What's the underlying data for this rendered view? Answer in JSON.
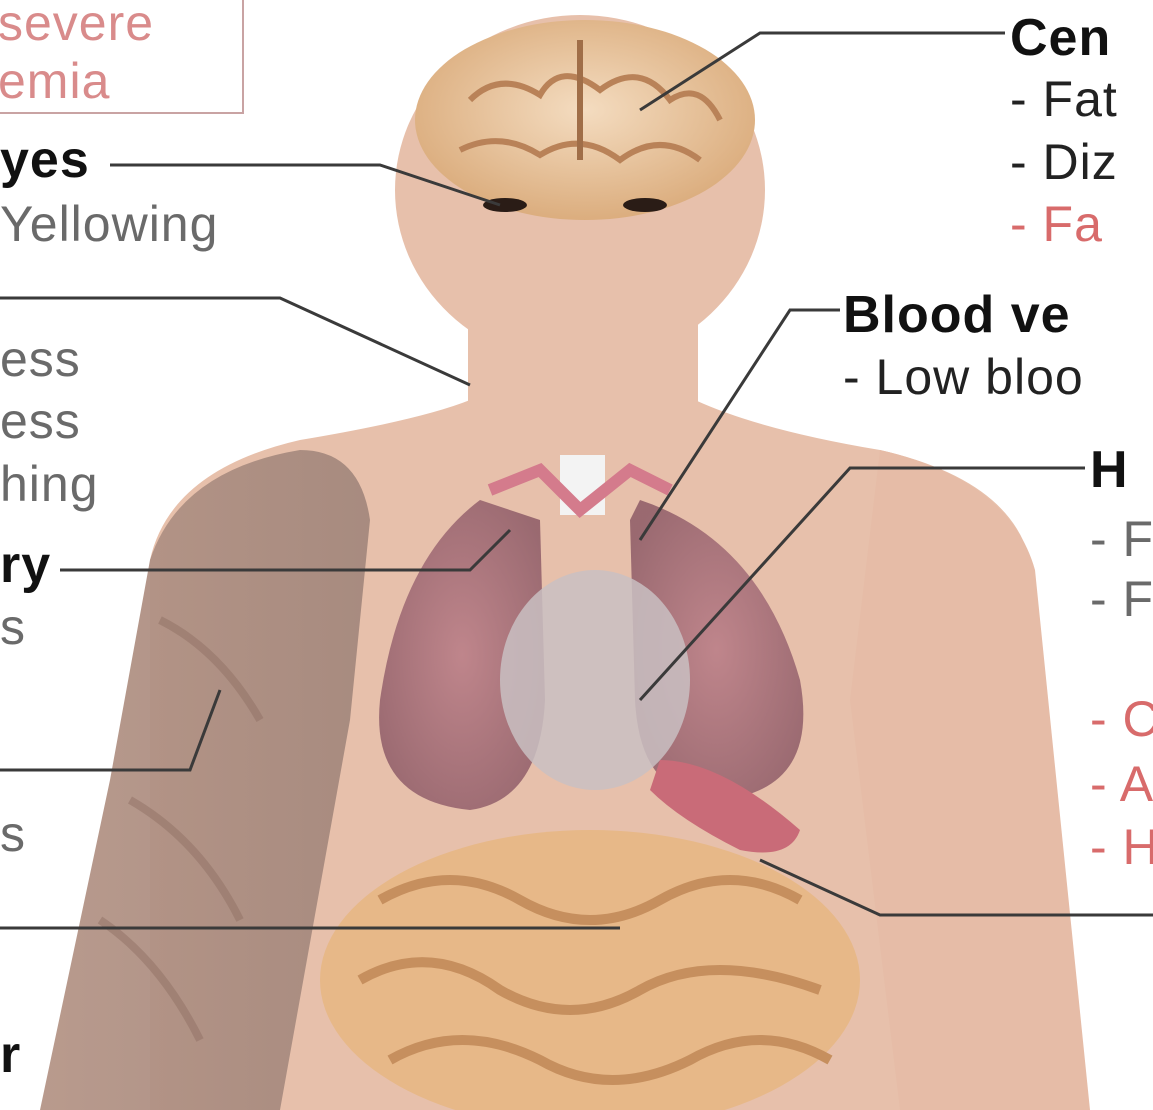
{
  "legend": {
    "line1": "severe",
    "line2": "emia"
  },
  "left_labels": {
    "eyes_title": "yes",
    "eyes_item": "Yellowing",
    "skin_item1": "ess",
    "skin_item2": "ess",
    "skin_item3": "hing",
    "resp_title": "ry",
    "resp_item": "s",
    "muscle_item": "s",
    "intestine_item": "r"
  },
  "right_labels": {
    "cns_title": "Cen",
    "cns_item1": "- Fat",
    "cns_item2": "- Diz",
    "cns_item3": "- Fa",
    "vessels_title": "Blood ve",
    "vessels_item1": "- Low bloo",
    "heart_title": "H",
    "heart_item1": "- F",
    "heart_item2": "- F",
    "heart_item3": "- C",
    "heart_item4": "- A",
    "heart_item5": "- H"
  },
  "colors": {
    "skin": "#e7c0ab",
    "leader_line": "#3a3a3a",
    "severe_text": "#d86b6b"
  }
}
